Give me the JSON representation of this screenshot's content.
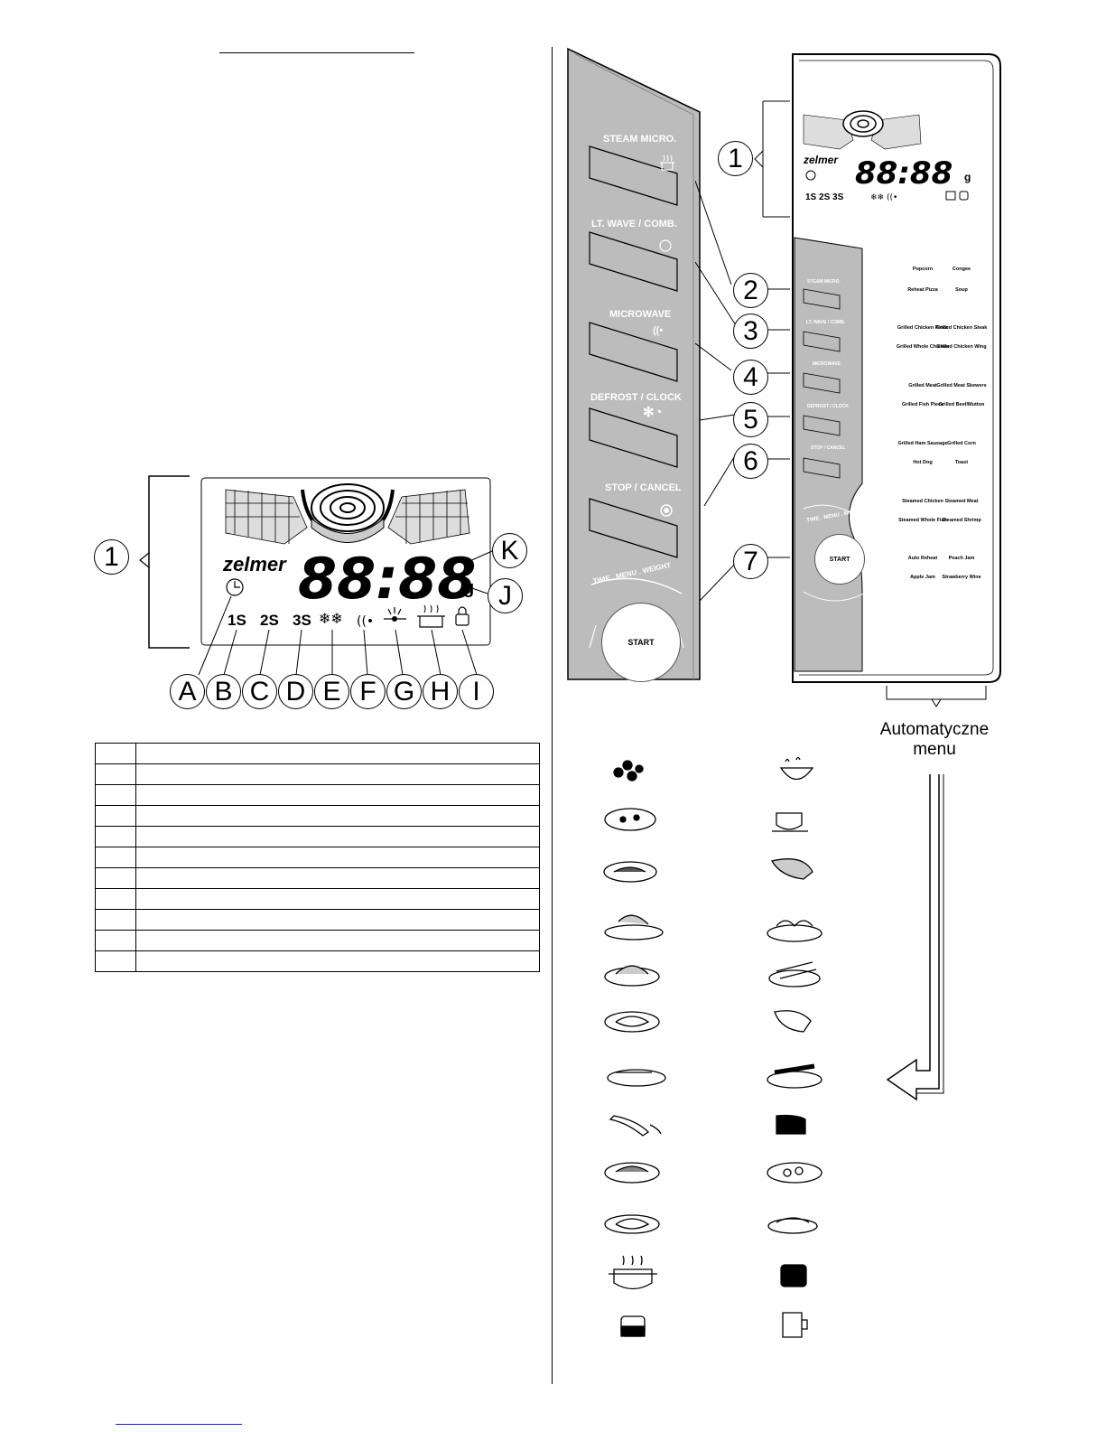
{
  "lcd": {
    "brand": "zelmer",
    "digits": "88:88",
    "unit": "g",
    "indicators": [
      "1S",
      "2S",
      "3S"
    ],
    "callout_letters": [
      "A",
      "B",
      "C",
      "D",
      "E",
      "F",
      "G",
      "H",
      "I",
      "J",
      "K"
    ],
    "section_number": "1"
  },
  "panel": {
    "buttons": [
      {
        "label": "STEAM MICRO.",
        "number": "2"
      },
      {
        "label": "LT. WAVE / COMB.",
        "number": "3"
      },
      {
        "label": "MICROWAVE",
        "number": "4"
      },
      {
        "label": "DEFROST / CLOCK",
        "number": "5"
      },
      {
        "label": "STOP / CANCEL",
        "number": "6"
      }
    ],
    "dial_label": "TIME . MENU . WEIGHT",
    "dial_number": "7",
    "start_label": "START",
    "small_buttons": [
      "STEAM MICRO.",
      "LT. WAVE / COMB.",
      "MICROWAVE",
      "DEFROST / CLOCK",
      "STOP / CANCEL"
    ]
  },
  "menu_labels": [
    [
      "Popcorn",
      "Congee"
    ],
    [
      "Reheat Pizza",
      "Soup"
    ],
    [
      "Grilled Chicken Piece",
      "Grilled Chicken Steak"
    ],
    [
      "Grilled Whole Chicken",
      "Grilled Chicken Wing"
    ],
    [
      "Grilled Meat",
      "Grilled Meat Skewers"
    ],
    [
      "Grilled Fish Piece",
      "Grilled Beef/Mutton"
    ],
    [
      "Grilled Ham Sausage",
      "Grilled Corn"
    ],
    [
      "Hot Dog",
      "Toast"
    ],
    [
      "Steamed Chicken",
      "Steamed Meat"
    ],
    [
      "Steamed Whole Fish",
      "Steamed Shrimp"
    ],
    [
      "Auto Reheat",
      "Peach Jam"
    ],
    [
      "Apple Jam",
      "Strawberry Wine"
    ]
  ],
  "auto_menu": {
    "line1": "Automatyczne",
    "line2": "menu"
  },
  "table_rows": 11
}
